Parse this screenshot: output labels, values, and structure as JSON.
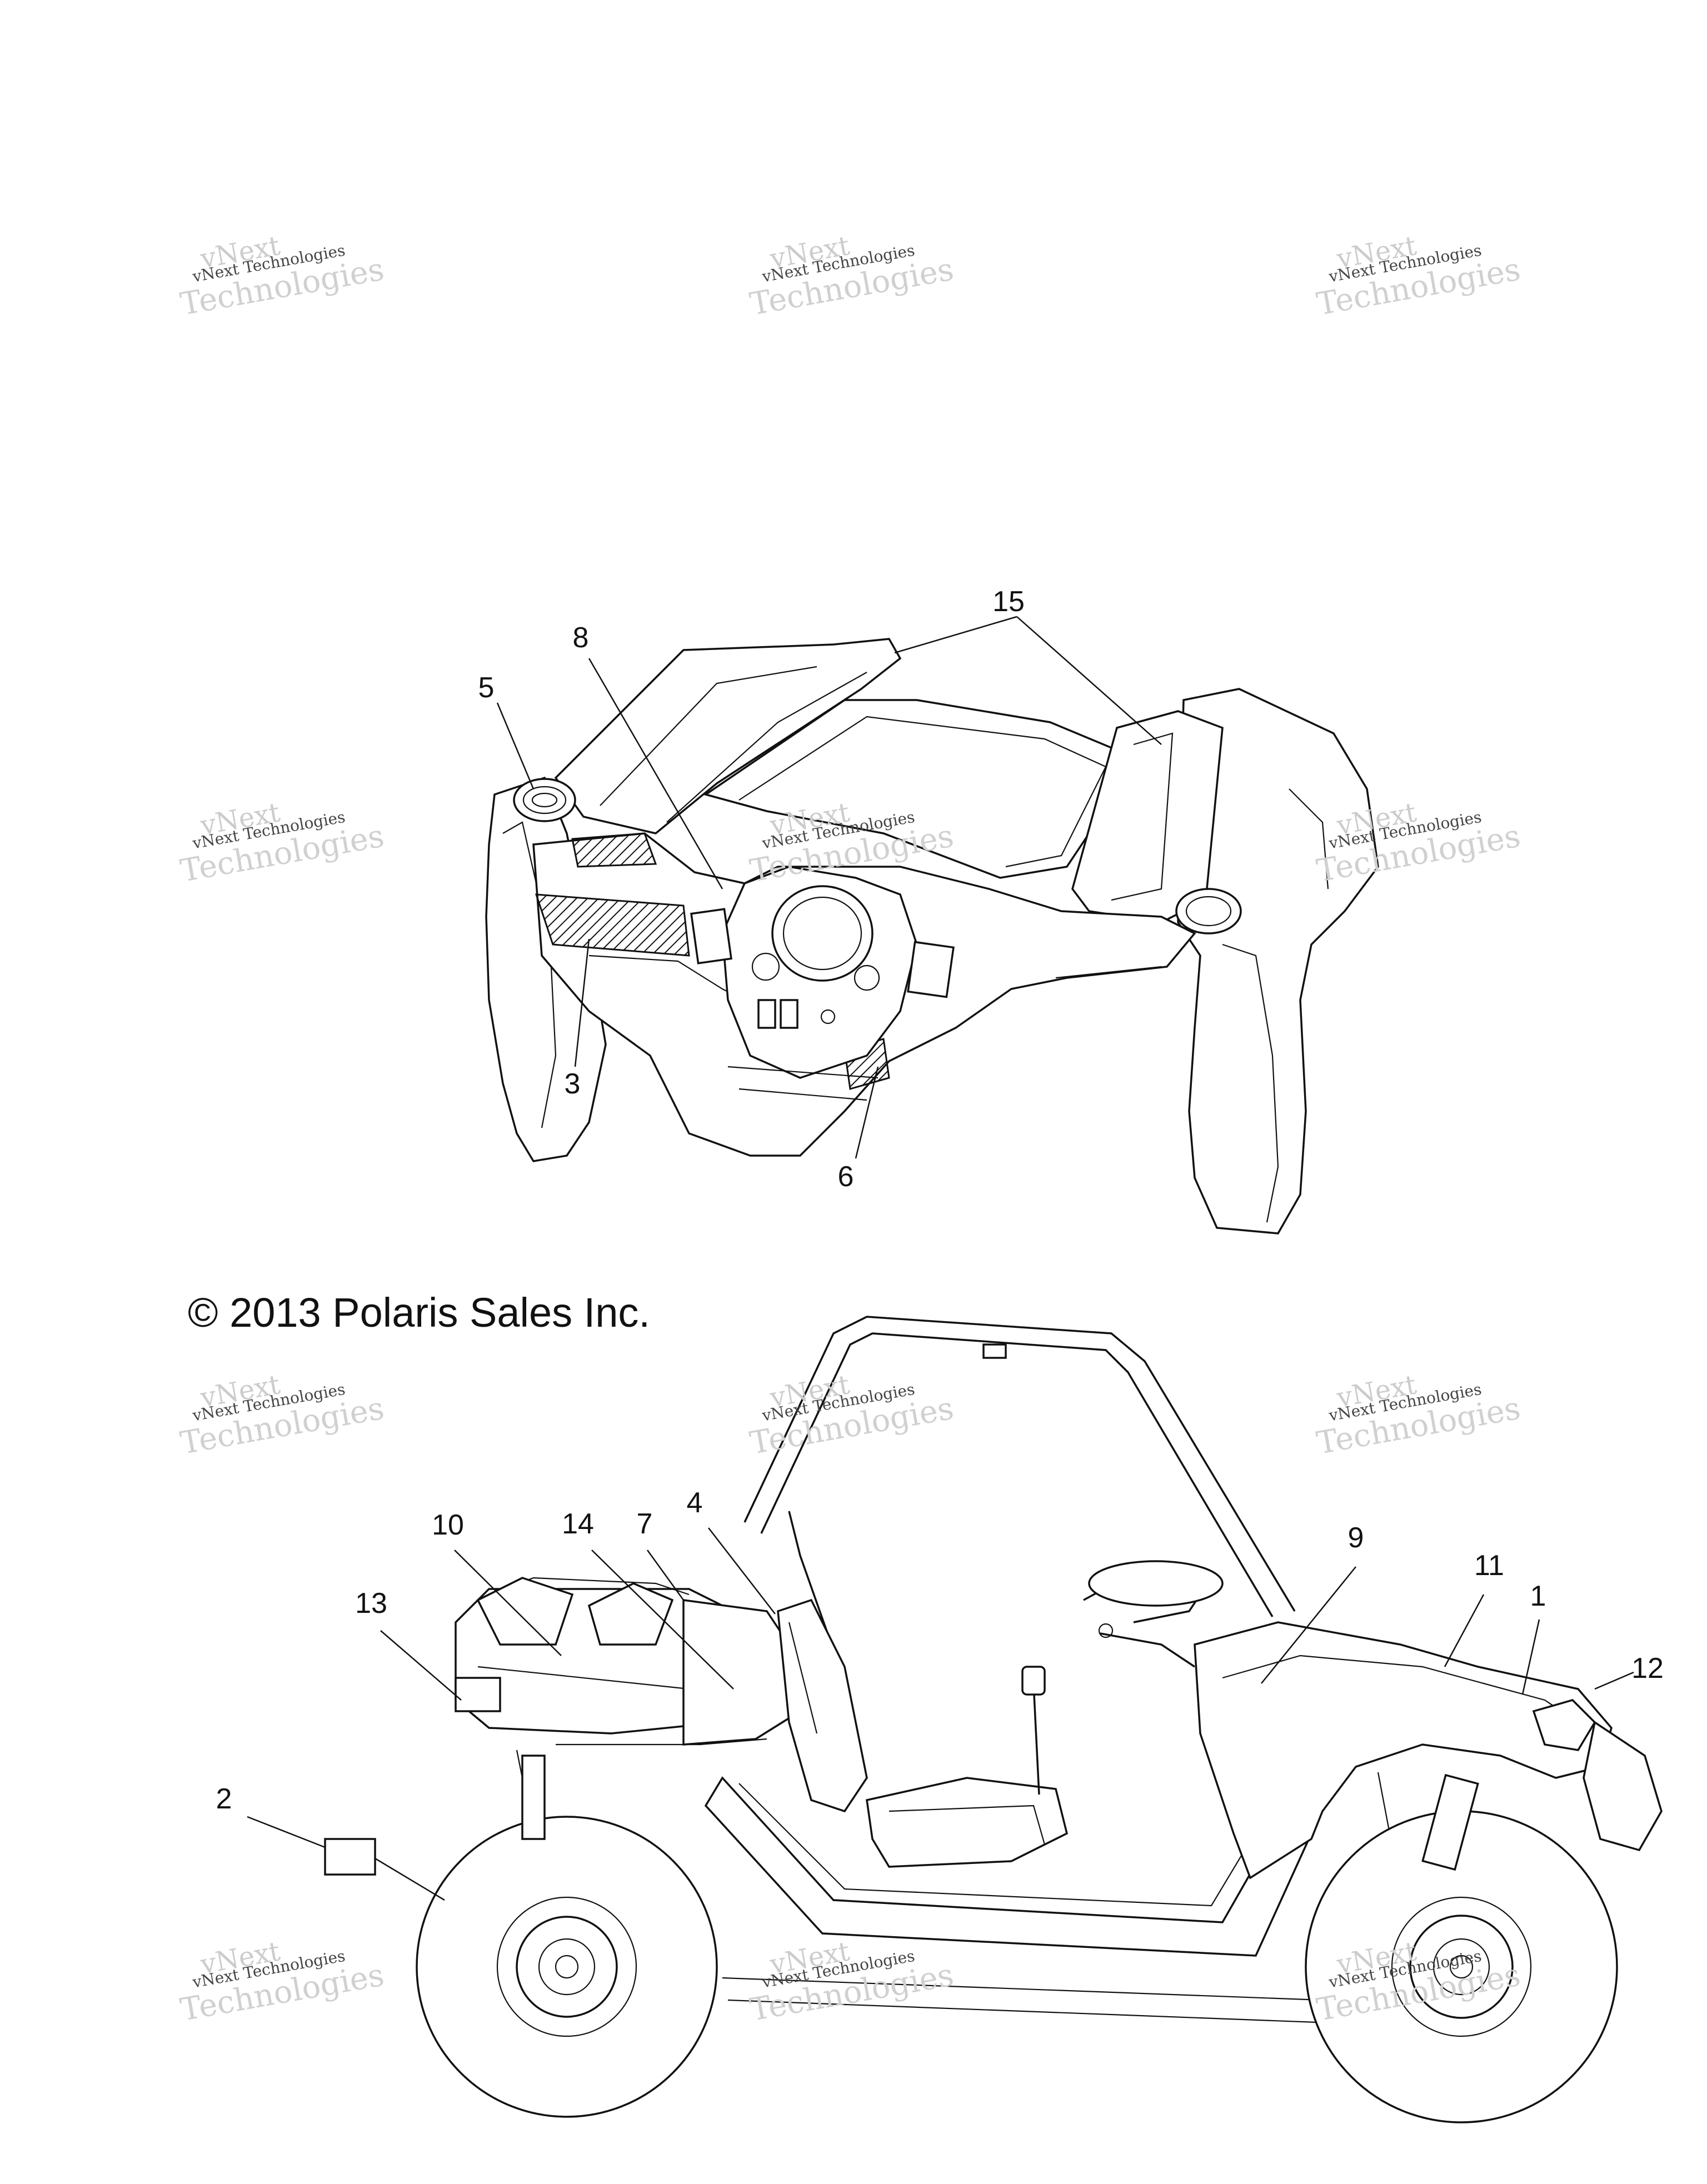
{
  "copyright": "© 2013 Polaris Sales Inc.",
  "watermark": {
    "line1": "vNext",
    "line2": "vNext Technologies",
    "line3": "Technologies"
  },
  "callouts": {
    "c1": "1",
    "c2": "2",
    "c3": "3",
    "c4": "4",
    "c5": "5",
    "c6": "6",
    "c7": "7",
    "c8": "8",
    "c9": "9",
    "c10": "10",
    "c11": "11",
    "c12": "12",
    "c13": "13",
    "c14": "14",
    "c15": "15"
  }
}
